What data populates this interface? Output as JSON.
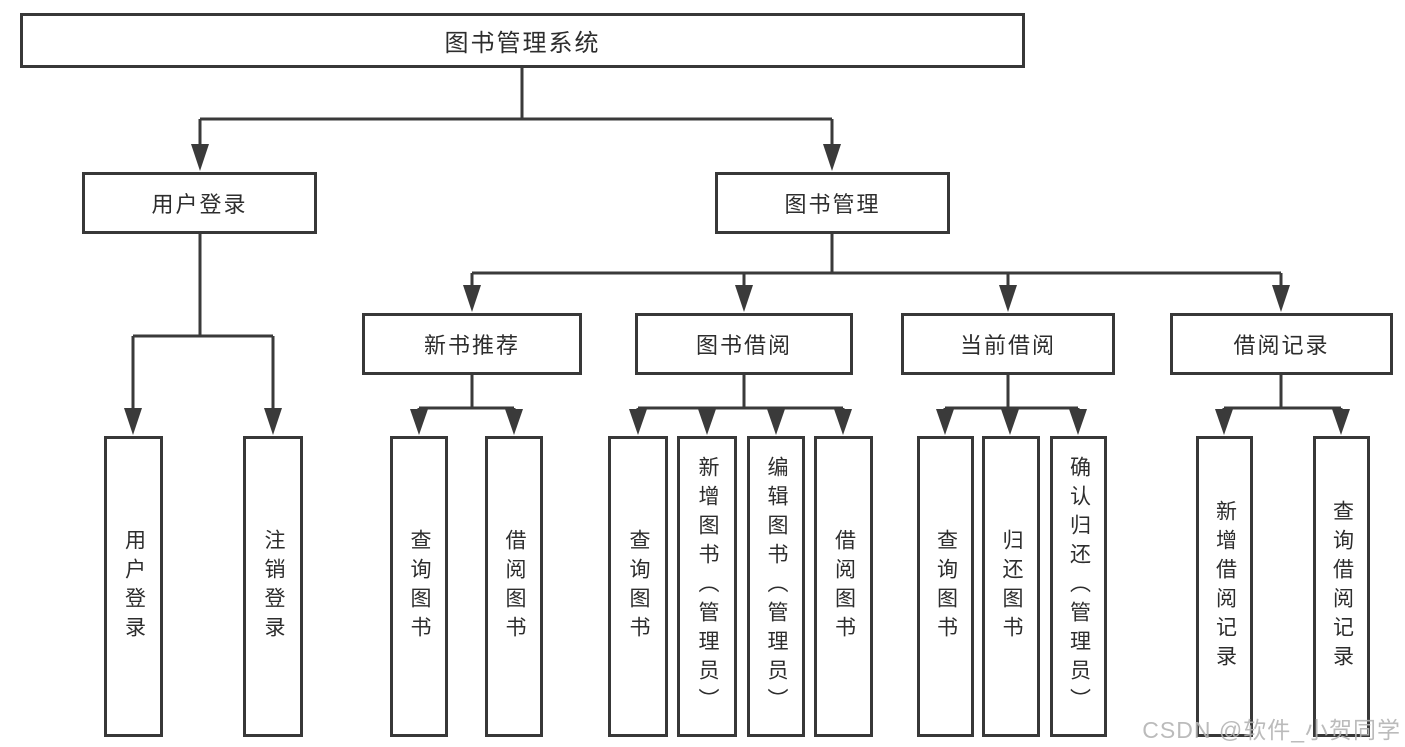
{
  "title": "图书管理系统",
  "branches": {
    "user_login": {
      "label": "用户登录",
      "children": [
        "用户登录",
        "注销登录"
      ]
    },
    "book_mgmt": {
      "label": "图书管理",
      "sections": [
        {
          "label": "新书推荐",
          "children": [
            "查询图书",
            "借阅图书"
          ]
        },
        {
          "label": "图书借阅",
          "children": [
            "查询图书",
            "新增图书（管理员）",
            "编辑图书（管理员）",
            "借阅图书"
          ]
        },
        {
          "label": "当前借阅",
          "children": [
            "查询图书",
            "归还图书",
            "确认归还（管理员）"
          ]
        },
        {
          "label": "借阅记录",
          "children": [
            "新增借阅记录",
            "查询借阅记录"
          ]
        }
      ]
    }
  },
  "watermark": "CSDN @软件_小贺同学",
  "colors": {
    "line": "#3a3a3a",
    "box_border": "#383838",
    "text": "#2d2d2d",
    "watermark": "#b4b4b4",
    "background": "#ffffff"
  }
}
